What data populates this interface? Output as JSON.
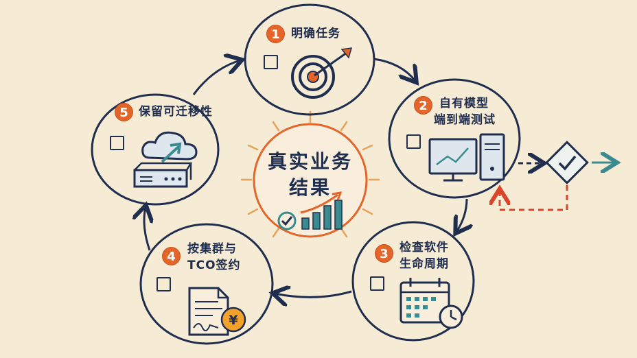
{
  "center": {
    "title_line1": "真实业务",
    "title_line2": "结果"
  },
  "steps": [
    {
      "number": "1",
      "label_line1": "明确任务",
      "label_line2": ""
    },
    {
      "number": "2",
      "label_line1": "自有模型",
      "label_line2": "端到端测试"
    },
    {
      "number": "3",
      "label_line1": "检查软件",
      "label_line2": "生命周期"
    },
    {
      "number": "4",
      "label_line1": "按集群与",
      "label_line2": "TCO签约"
    },
    {
      "number": "5",
      "label_line1": "保留可迁移性",
      "label_line2": ""
    }
  ],
  "currency_symbol": "¥",
  "icons": [
    "target-icon",
    "monitor-icon",
    "server-tower-icon",
    "validation-diamond-icon",
    "calendar-icon",
    "clock-icon",
    "contract-icon",
    "yen-coin-icon",
    "cloud-upload-icon",
    "server-box-icon",
    "growth-chart-icon",
    "checkmark-icon"
  ],
  "colors": {
    "background": "#f6ebd4",
    "ink": "#1f2d4e",
    "accent_orange": "#e4652a",
    "teal": "#3a8b8f",
    "red_dashed": "#d9452b"
  }
}
